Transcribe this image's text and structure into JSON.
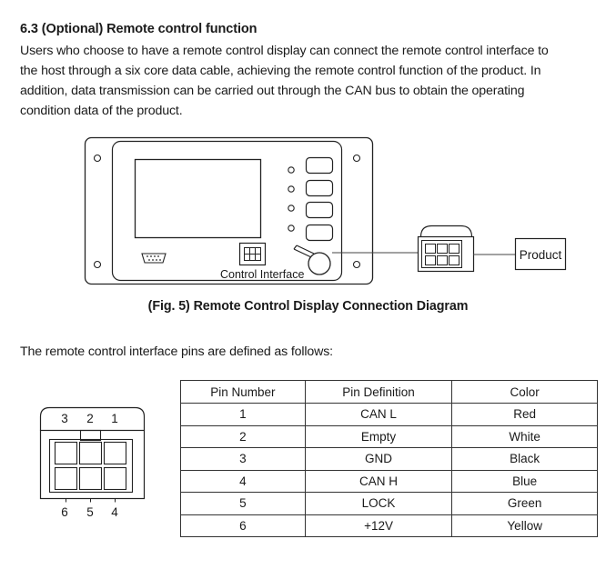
{
  "section": {
    "heading": "6.3 (Optional) Remote control function",
    "paragraph_lines": [
      "Users who choose to have a remote control display can connect the remote control interface to",
      "the host through a six core data cable, achieving the remote control function of the product. In",
      "addition, data transmission can be carried out through the CAN bus to obtain the operating",
      "condition data of the product."
    ]
  },
  "figure": {
    "interface_label": "Control Interface",
    "product_label": "Product",
    "caption": "(Fig. 5) Remote Control Display Connection Diagram"
  },
  "pins_intro": "The remote control interface pins are defined as follows:",
  "connector": {
    "top_numbers": [
      "3",
      "2",
      "1"
    ],
    "bottom_numbers": [
      "6",
      "5",
      "4"
    ]
  },
  "pin_table": {
    "headers": [
      "Pin Number",
      "Pin Definition",
      "Color"
    ],
    "rows": [
      [
        "1",
        "CAN L",
        "Red"
      ],
      [
        "2",
        "Empty",
        "White"
      ],
      [
        "3",
        "GND",
        "Black"
      ],
      [
        "4",
        "CAN H",
        "Blue"
      ],
      [
        "5",
        "LOCK",
        "Green"
      ],
      [
        "6",
        "+12V",
        "Yellow"
      ]
    ]
  }
}
